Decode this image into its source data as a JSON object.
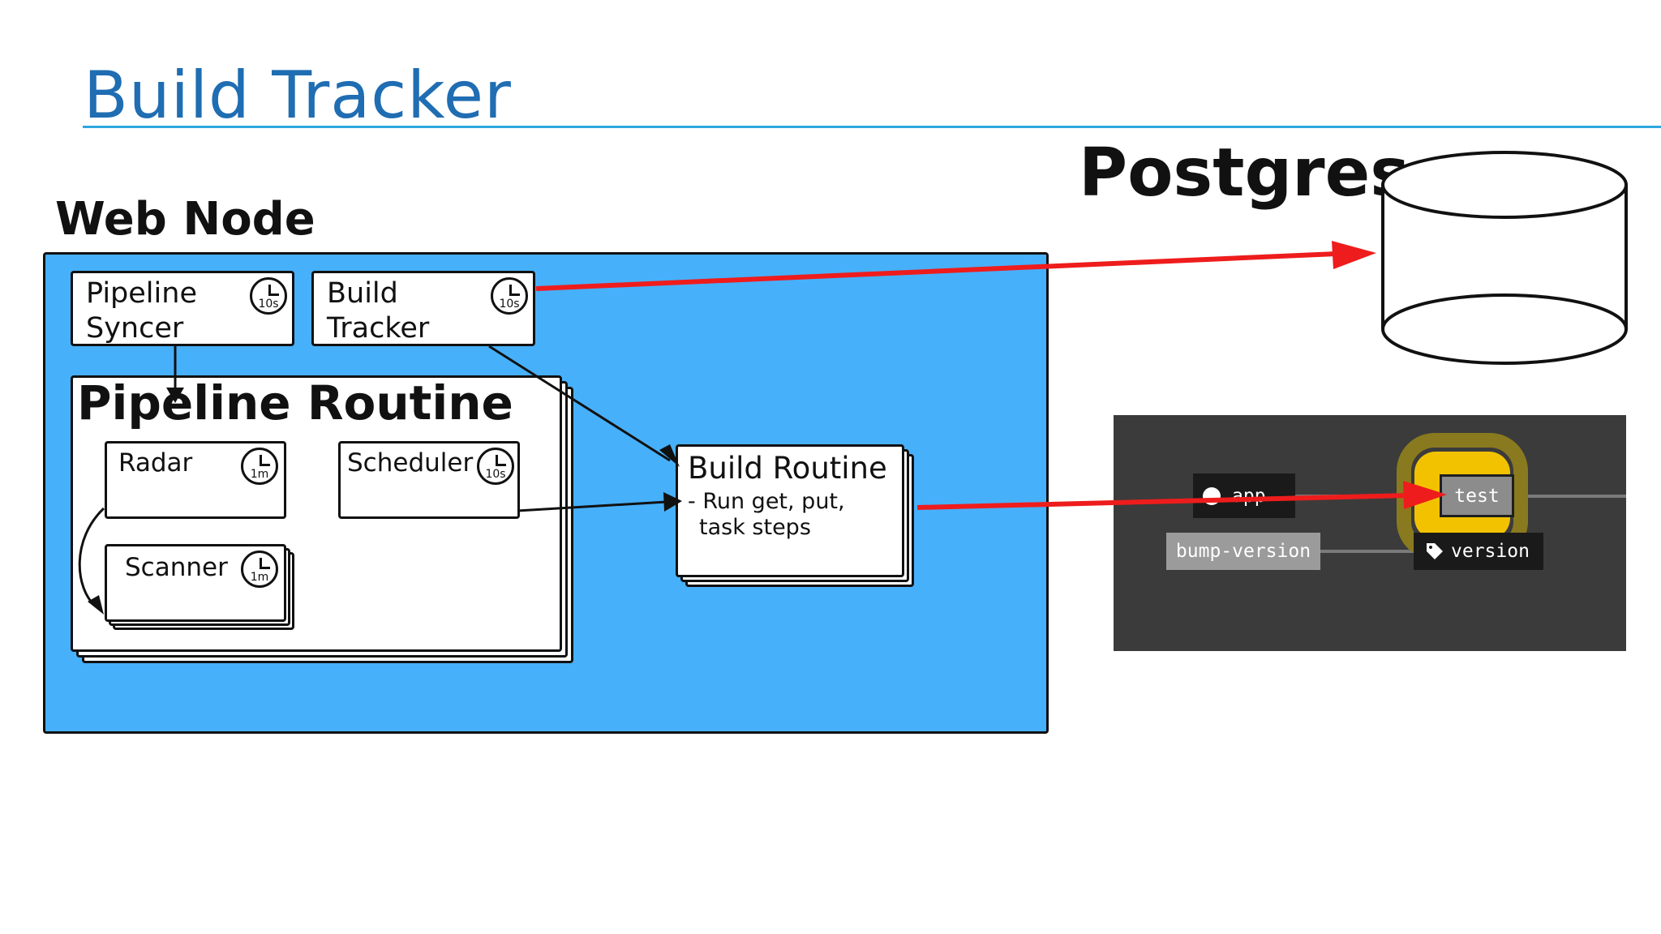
{
  "slide": {
    "title": "Build Tracker"
  },
  "diagram": {
    "web_node_label": "Web Node",
    "postgres_label": "Postgres",
    "pipeline_syncer": {
      "label_line1": "Pipeline",
      "label_line2": "Syncer",
      "interval": "10s"
    },
    "build_tracker": {
      "label_line1": "Build",
      "label_line2": "Tracker",
      "interval": "10s"
    },
    "pipeline_routine": {
      "label": "Pipeline Routine"
    },
    "radar": {
      "label": "Radar",
      "interval": "1m"
    },
    "scheduler": {
      "label": "Scheduler",
      "interval": "10s"
    },
    "scanner": {
      "label": "Scanner",
      "interval": "1m"
    },
    "build_routine": {
      "label": "Build Routine",
      "desc_line1": "- Run get, put,",
      "desc_line2": "task steps"
    }
  },
  "pipeline_view": {
    "resource_app": "app",
    "job_test": "test",
    "job_bump_version": "bump-version",
    "resource_version": "version"
  },
  "colors": {
    "web_node_bg": "#47b0fb",
    "arrow_red": "#ee1c1c",
    "title_blue": "#1f6db2",
    "panel_bg": "#3b3b3b",
    "job_yellow": "#f2c200"
  }
}
